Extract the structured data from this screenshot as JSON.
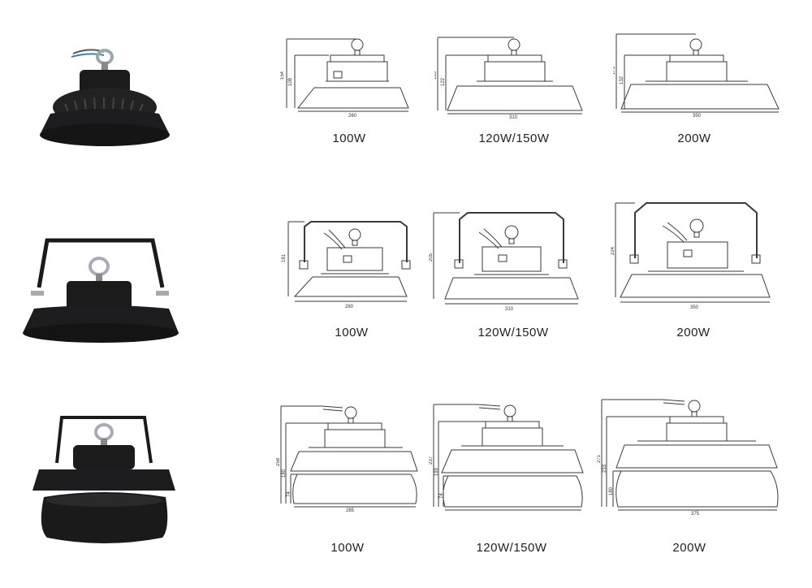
{
  "rows": [
    {
      "variant": "plain",
      "cells": [
        {
          "label": "100W",
          "height_outer": "154",
          "height_inner": "108",
          "width": "260"
        },
        {
          "label": "120W/150W",
          "height_outer": "163",
          "height_inner": "122",
          "width": "310"
        },
        {
          "label": "200W",
          "height_outer": "173",
          "height_inner": "132",
          "width": "350"
        }
      ]
    },
    {
      "variant": "bracket",
      "cells": [
        {
          "label": "100W",
          "height_outer": "181",
          "width": "260"
        },
        {
          "label": "120W/150W",
          "height_outer": "205",
          "width": "310"
        },
        {
          "label": "200W",
          "height_outer": "224",
          "width": "350"
        }
      ]
    },
    {
      "variant": "reflector",
      "cells": [
        {
          "label": "100W",
          "height_outer": "258",
          "height_inner": "180",
          "height_low": "74",
          "width": "285"
        },
        {
          "label": "120W/150W",
          "height_outer": "237",
          "height_inner": "199",
          "height_low": "74",
          "width": "325"
        },
        {
          "label": "200W",
          "height_outer": "271",
          "height_inner": "233",
          "height_low": "180",
          "width": "375"
        }
      ]
    }
  ],
  "colors": {
    "product": "#1d1d1f",
    "line": "#3a3a3a",
    "accent": "#6a6a6a"
  }
}
